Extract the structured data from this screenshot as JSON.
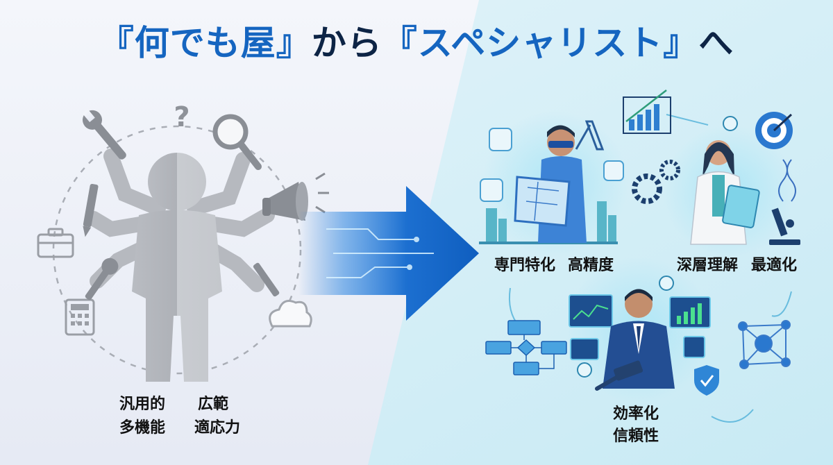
{
  "title": {
    "part1": "『何でも屋』",
    "part2": "から",
    "part3": "『スペシャリスト』",
    "part4": "へ"
  },
  "generalist": {
    "labels": [
      "汎用的",
      "広範",
      "多機能",
      "適応力"
    ],
    "question_mark": "?",
    "tools": [
      "wrench-icon",
      "magnifier-icon",
      "pen-icon",
      "megaphone-icon",
      "toolbox-icon",
      "calculator-icon",
      "cloud-icon",
      "screwdriver-icon"
    ]
  },
  "specialists": [
    {
      "role": "engineer",
      "labels": [
        "専門特化",
        "高精度"
      ]
    },
    {
      "role": "researcher",
      "labels": [
        "深層理解",
        "最適化"
      ]
    },
    {
      "role": "finance-judge",
      "labels": [
        "効率化",
        "信頼性"
      ]
    }
  ],
  "colors": {
    "title_accent": "#1565c0",
    "title_dark": "#0d2445",
    "arrow": "#1a6fd1",
    "left_bg": "#eef1f8",
    "right_bg": "#d2eef7"
  }
}
